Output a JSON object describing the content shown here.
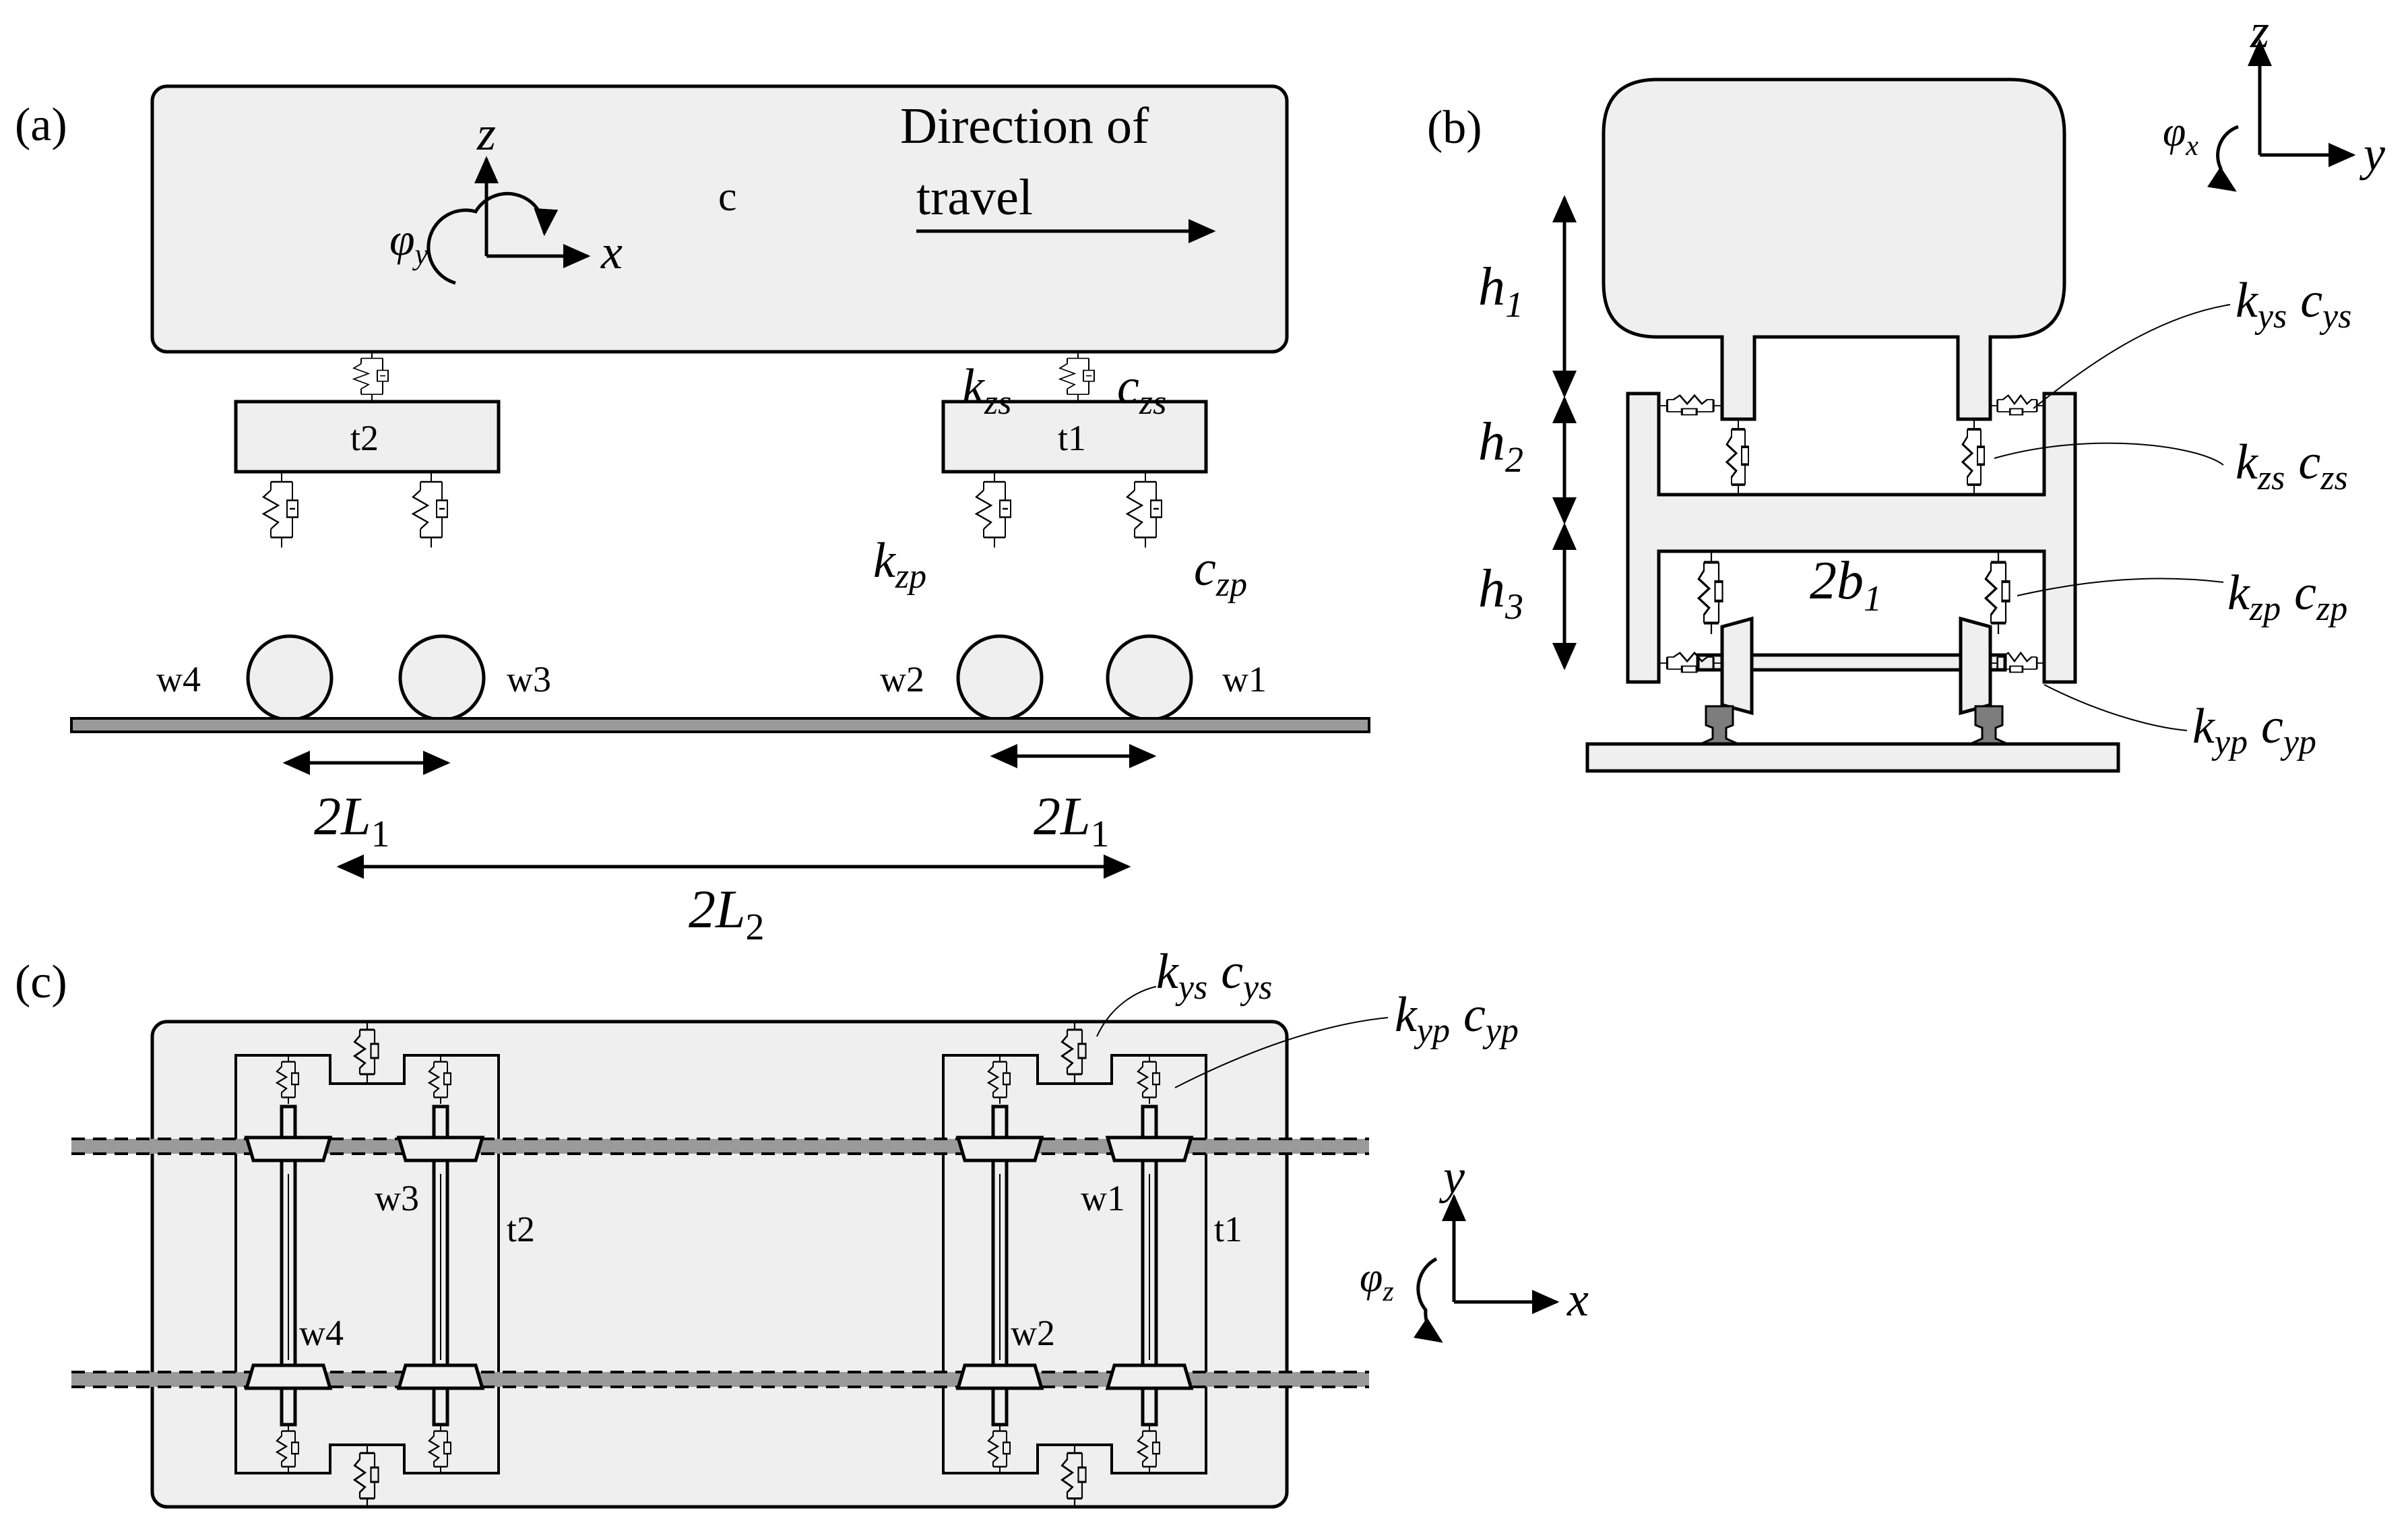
{
  "panels": {
    "a": {
      "label": "(a)",
      "car": "c",
      "direction": "Direction of",
      "travel": "travel",
      "axis_z": "z",
      "axis_x": "x",
      "rot": "φ",
      "rot_sub": "y",
      "bogie1": "t1",
      "bogie2": "t2",
      "w1": "w1",
      "w2": "w2",
      "w3": "w3",
      "w4": "w4",
      "k": "k",
      "k_zs_sub": "zs",
      "c": "c",
      "c_zs_sub": "zs",
      "k_zp_sub": "zp",
      "c_zp_sub": "zp",
      "dim1": "2L",
      "dim1_sub": "1",
      "dim2": "2L",
      "dim2_sub": "2"
    },
    "b": {
      "label": "(b)",
      "axis_z": "z",
      "axis_y": "y",
      "rot": "φ",
      "rot_sub": "x",
      "h": "h",
      "h1_sub": "1",
      "h2_sub": "2",
      "h3_sub": "3",
      "b": "2b",
      "b_sub": "1",
      "k": "k",
      "c": "c",
      "ys": "ys",
      "zs": "zs",
      "zp": "zp",
      "yp": "yp"
    },
    "c": {
      "label": "(c)",
      "axis_y": "y",
      "axis_x": "x",
      "rot": "φ",
      "rot_sub": "z",
      "bogie1": "t1",
      "bogie2": "t2",
      "w1": "w1",
      "w2": "w2",
      "w3": "w3",
      "w4": "w4",
      "k": "k",
      "c": "c",
      "ys": "ys",
      "yp": "yp"
    }
  }
}
